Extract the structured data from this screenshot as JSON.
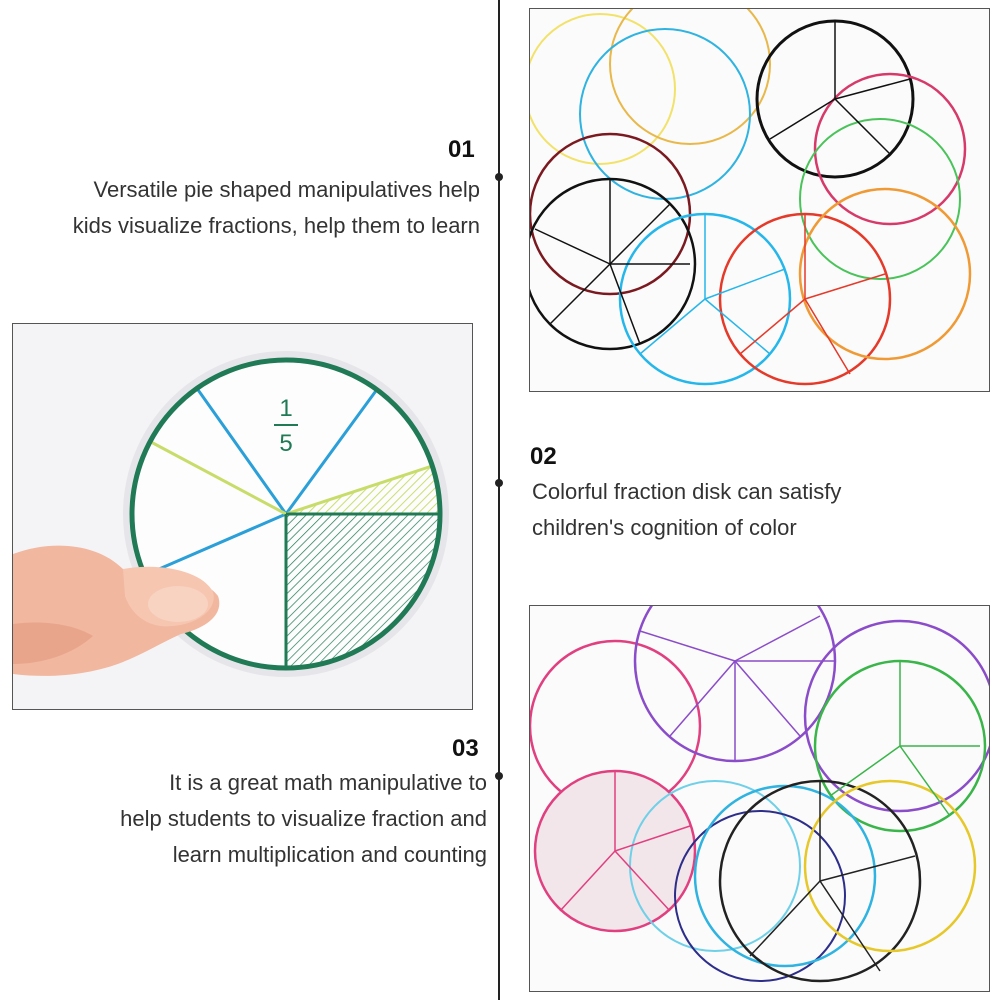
{
  "sections": [
    {
      "number": "01",
      "lines": [
        "Versatile pie shaped manipulatives help",
        "kids visualize fractions, help them to learn"
      ]
    },
    {
      "number": "02",
      "lines": [
        "Colorful fraction disk can satisfy",
        "children's cognition of color"
      ]
    },
    {
      "number": "03",
      "lines": [
        "It is a great math manipulative to",
        "help students to visualize fraction and",
        "learn multiplication and  counting"
      ]
    }
  ],
  "fraction_disk": {
    "numerator": "1",
    "denominator": "5"
  },
  "colors": {
    "line": "#222222",
    "disk_green": "#1f7a55",
    "disk_blue": "#2a9fd8",
    "disk_yellow": "#c8dc6a"
  }
}
